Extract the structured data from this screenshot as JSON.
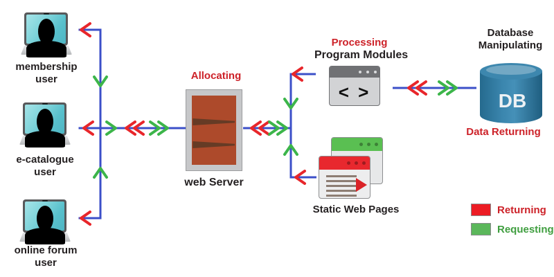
{
  "users": [
    {
      "line1": "membership",
      "line2": "user"
    },
    {
      "line1": "e-catalogue",
      "line2": "user"
    },
    {
      "line1": "online forum",
      "line2": "user"
    }
  ],
  "server": {
    "annotation": "Allocating",
    "label": "web Server"
  },
  "modules": {
    "annotation": "Processing",
    "label": "Program Modules",
    "glyph": "< >"
  },
  "static_pages": {
    "label": "Static Web Pages"
  },
  "database": {
    "title_line1": "Database",
    "title_line2": "Manipulating",
    "db_label": "DB",
    "annotation": "Data Returning"
  },
  "legend": {
    "items": [
      {
        "label": "Returning",
        "color": "#ec1c24"
      },
      {
        "label": "Requesting",
        "color": "#5bb75b"
      }
    ]
  },
  "colors": {
    "connector_blue": "#3b4fc8",
    "returning_red": "#e8262b",
    "requesting_green": "#3cb54a",
    "annotation_red": "#cd2229",
    "server_fill": "#ad4a2b",
    "database_fill": "#2f7ba4"
  }
}
